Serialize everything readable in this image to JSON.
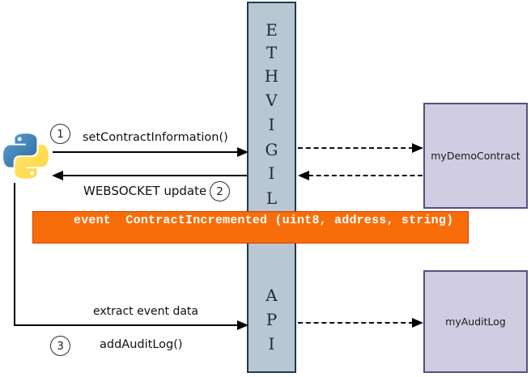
{
  "column": {
    "letters_top": [
      "E",
      "T",
      "H",
      "V",
      "I",
      "G",
      "I",
      "L"
    ],
    "letters_bottom": [
      "A",
      "P",
      "I"
    ]
  },
  "steps": {
    "one": "1",
    "two": "2",
    "three": "3"
  },
  "messages": {
    "set_contract_information": "setContractInformation()",
    "websocket_update": "WEBSOCKET update",
    "extract_event_data": "extract event data",
    "add_audit_log": "addAuditLog()"
  },
  "banner": {
    "text": "event  ContractIncremented (uint8, address, string)"
  },
  "boxes": {
    "demo_contract": "myDemoContract",
    "audit_log": "myAuditLog"
  },
  "icons": {
    "python_logo": "python-logo-icon",
    "arrowheads": "arrowhead-icon"
  },
  "colors": {
    "bar_fill": "#b9c7d3",
    "bar_border": "#1f3b4d",
    "box_fill": "#d0cde2",
    "box_border": "#55517e",
    "banner_fill": "#f76d0a",
    "banner_border": "#d13d00",
    "banner_text": "#ffffff",
    "python_blue": "#3b77a9",
    "python_yellow": "#ffd43b"
  }
}
